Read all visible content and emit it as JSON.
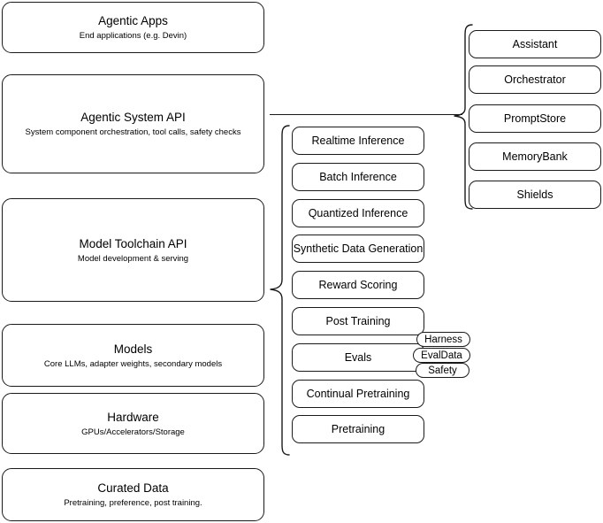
{
  "diagram": {
    "title": "Agentic stack layers",
    "stroke_color": "#1a1a1a",
    "background_color": "#ffffff"
  },
  "layers": [
    {
      "name": "agentic-apps",
      "title": "Agentic Apps",
      "subtitle": "End applications (e.g. Devin)"
    },
    {
      "name": "agentic-system-api",
      "title": "Agentic System API",
      "subtitle": "System component orchestration, tool calls, safety checks"
    },
    {
      "name": "model-toolchain-api",
      "title": "Model Toolchain API",
      "subtitle": "Model development & serving"
    },
    {
      "name": "models",
      "title": "Models",
      "subtitle": "Core LLMs, adapter weights, secondary models"
    },
    {
      "name": "hardware",
      "title": "Hardware",
      "subtitle": "GPUs/Accelerators/Storage"
    },
    {
      "name": "curated-data",
      "title": "Curated Data",
      "subtitle": "Pretraining, preference, post training."
    }
  ],
  "toolchain_components": [
    {
      "name": "realtime-inference",
      "label": "Realtime Inference"
    },
    {
      "name": "batch-inference",
      "label": "Batch Inference"
    },
    {
      "name": "quantized-inference",
      "label": "Quantized Inference"
    },
    {
      "name": "synthetic-data-generation",
      "label": "Synthetic Data Generation"
    },
    {
      "name": "reward-scoring",
      "label": "Reward Scoring"
    },
    {
      "name": "post-training",
      "label": "Post Training"
    },
    {
      "name": "evals",
      "label": "Evals"
    },
    {
      "name": "continual-pretraining",
      "label": "Continual Pretraining"
    },
    {
      "name": "pretraining",
      "label": "Pretraining"
    }
  ],
  "evals_subcomponents": [
    {
      "name": "harness",
      "label": "Harness"
    },
    {
      "name": "evaldata",
      "label": "EvalData"
    },
    {
      "name": "safety",
      "label": "Safety"
    }
  ],
  "system_components": [
    {
      "name": "assistant",
      "label": "Assistant"
    },
    {
      "name": "orchestrator",
      "label": "Orchestrator"
    },
    {
      "name": "promptstore",
      "label": "PromptStore"
    },
    {
      "name": "memorybank",
      "label": "MemoryBank"
    },
    {
      "name": "shields",
      "label": "Shields"
    }
  ]
}
